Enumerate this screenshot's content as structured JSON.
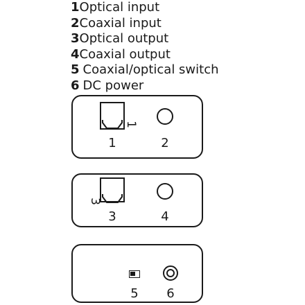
{
  "legend": [
    {
      "num": "1",
      "text": "Optical input"
    },
    {
      "num": "2",
      "text": "Coaxial input"
    },
    {
      "num": "3",
      "text": "Optical output"
    },
    {
      "num": "4",
      "text": "Coaxial output"
    },
    {
      "num": "5",
      "text": "Coaxial/optical switch"
    },
    {
      "num": "6",
      "text": "DC power"
    }
  ],
  "input_panel": {
    "optical_label": "1",
    "coaxial_label": "2",
    "optical_mark": "1"
  },
  "output_panel": {
    "optical_label": "3",
    "coaxial_label": "4",
    "optical_mark": "3"
  },
  "control_panel": {
    "switch_label": "5",
    "dc_label": "6",
    "switch_mark": "5",
    "dc_mark": "6"
  },
  "colors": {
    "stroke": "#1a1a1a",
    "background": "#ffffff"
  }
}
